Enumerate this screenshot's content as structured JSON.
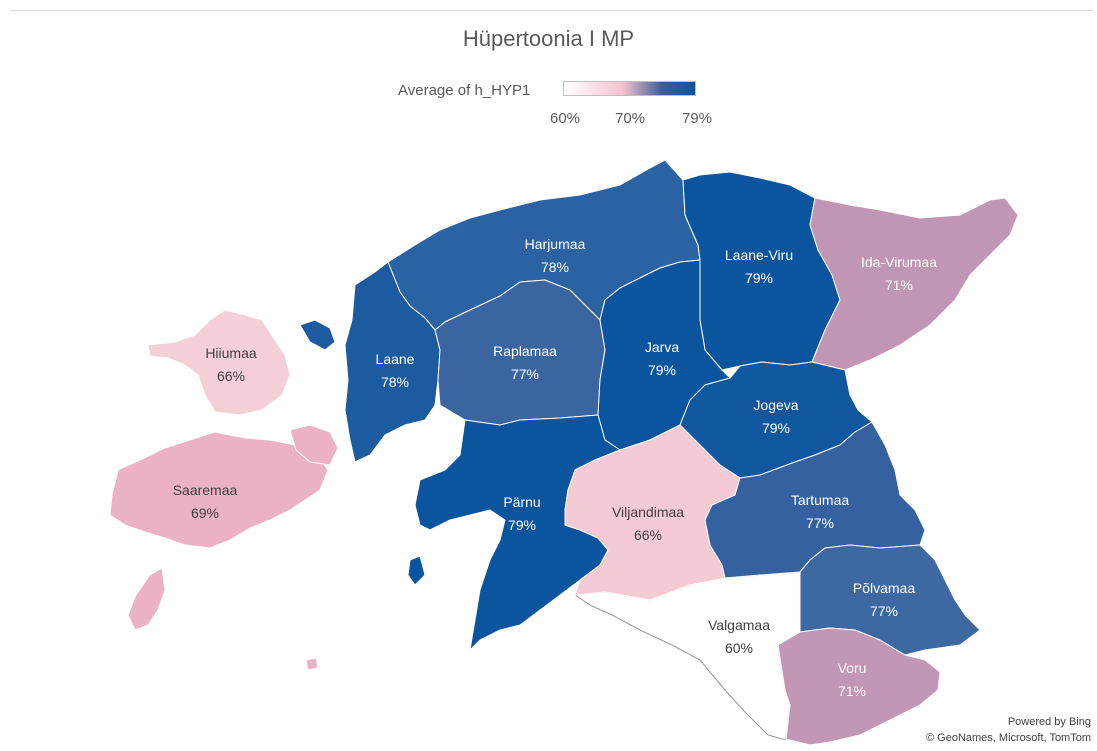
{
  "title": "Hüpertoonia I MP",
  "legend": {
    "title": "Average of h_HYP1",
    "ticks": [
      "60%",
      "70%",
      "79%"
    ],
    "min_color": "#ffffff",
    "mid_color": "#f1c2cd",
    "max_color": "#0b559e"
  },
  "regions": [
    {
      "name": "Harjumaa",
      "value": "78%",
      "color": "#2b62a3"
    },
    {
      "name": "Laane-Viru",
      "value": "79%",
      "color": "#0b559e"
    },
    {
      "name": "Ida-Virumaa",
      "value": "71%",
      "color": "#c196b4"
    },
    {
      "name": "Hiiumaa",
      "value": "66%",
      "color": "#f4cfd8"
    },
    {
      "name": "Laane",
      "value": "78%",
      "color": "#1c5ba0"
    },
    {
      "name": "Raplamaa",
      "value": "77%",
      "color": "#3b65a1"
    },
    {
      "name": "Jarva",
      "value": "79%",
      "color": "#0b559e"
    },
    {
      "name": "Jogeva",
      "value": "79%",
      "color": "#0f579e"
    },
    {
      "name": "Saaremaa",
      "value": "69%",
      "color": "#ebb2c3"
    },
    {
      "name": "Pärnu",
      "value": "79%",
      "color": "#0b559e"
    },
    {
      "name": "Viljandimaa",
      "value": "66%",
      "color": "#f4cad5"
    },
    {
      "name": "Tartumaa",
      "value": "77%",
      "color": "#3561a0"
    },
    {
      "name": "Põlvamaa",
      "value": "77%",
      "color": "#3d68a2"
    },
    {
      "name": "Valgamaa",
      "value": "60%",
      "color": "#ffffff"
    },
    {
      "name": "Voru",
      "value": "71%",
      "color": "#c297b5"
    }
  ],
  "credits": {
    "line1": "Powered by Bing",
    "line2": "© GeoNames, Microsoft, TomTom"
  }
}
